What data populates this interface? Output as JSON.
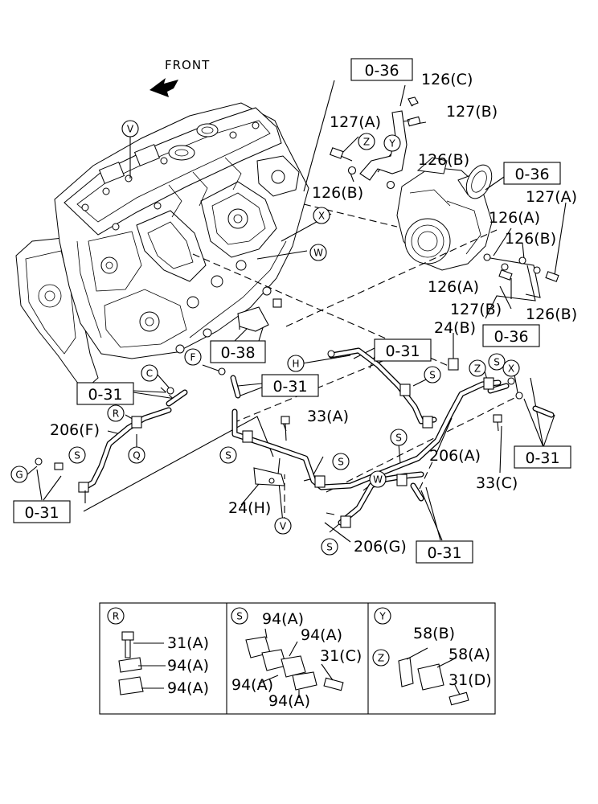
{
  "header": {
    "front_label": "FRONT"
  },
  "letters": {
    "V": "V",
    "W": "W",
    "X": "X",
    "Y": "Y",
    "Z": "Z",
    "H": "H",
    "F": "F",
    "C": "C",
    "R": "R",
    "S": "S",
    "Q": "Q",
    "G": "G"
  },
  "refs": {
    "r036": "0-36",
    "r038": "0-38",
    "r031": "0-31"
  },
  "parts": {
    "p126C": "126(C)",
    "p127B": "127(B)",
    "p127A": "127(A)",
    "p126B": "126(B)",
    "p126A": "126(A)",
    "p24B": "24(B)",
    "p33A": "33(A)",
    "p206F": "206(F)",
    "p206A": "206(A)",
    "p24H": "24(H)",
    "p33C": "33(C)",
    "p206G": "206(G)"
  },
  "details": {
    "R": {
      "p31A": "31(A)",
      "p94A": "94(A)"
    },
    "S": {
      "p94A": "94(A)",
      "p31C": "31(C)"
    },
    "Y": {
      "p58B": "58(B)",
      "p58A": "58(A)",
      "p31D": "31(D)"
    }
  }
}
